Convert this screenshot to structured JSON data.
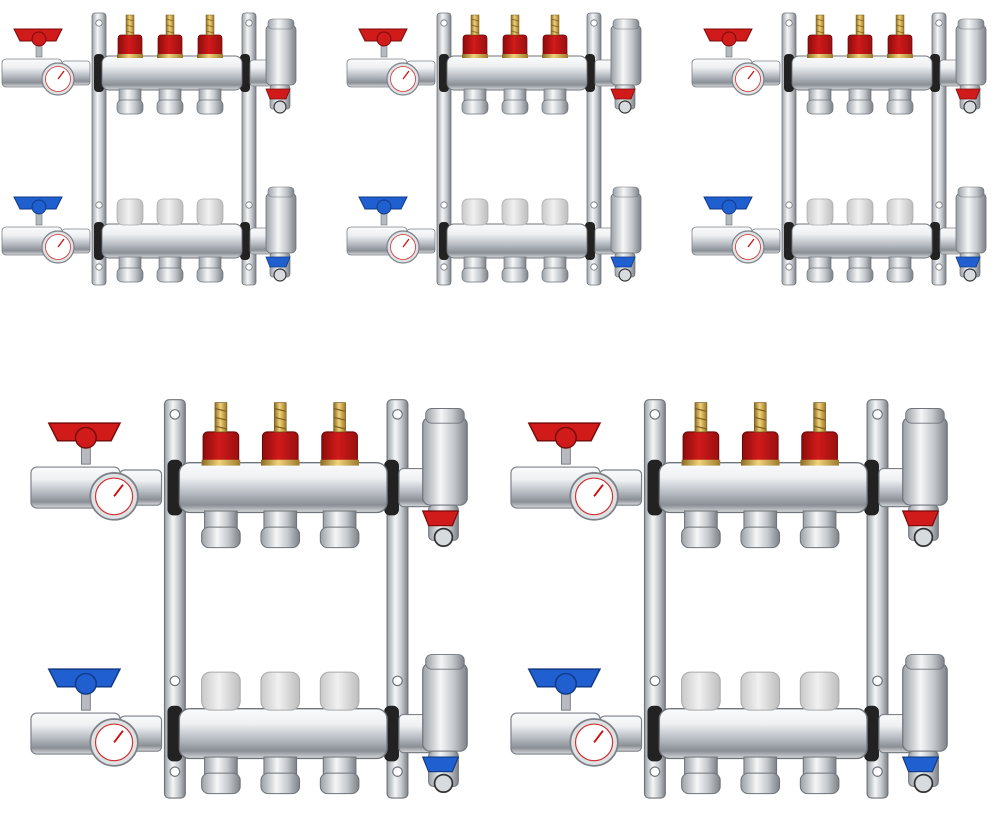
{
  "scene": {
    "background": "#ffffff",
    "units": [
      {
        "id": "unit-1",
        "outlets": 3
      },
      {
        "id": "unit-2",
        "outlets": 3
      },
      {
        "id": "unit-3",
        "outlets": 3
      },
      {
        "id": "unit-4",
        "outlets": 3
      },
      {
        "id": "unit-5",
        "outlets": 3
      }
    ],
    "colors": {
      "supply_red": "#d11a1a",
      "return_blue": "#1f5fd0",
      "cap_white": "#f1f1f1",
      "chrome_light": "#eef0f2",
      "chrome_dark": "#8a8f95",
      "brass": "#c9a24a",
      "gasket": "#222222"
    }
  }
}
